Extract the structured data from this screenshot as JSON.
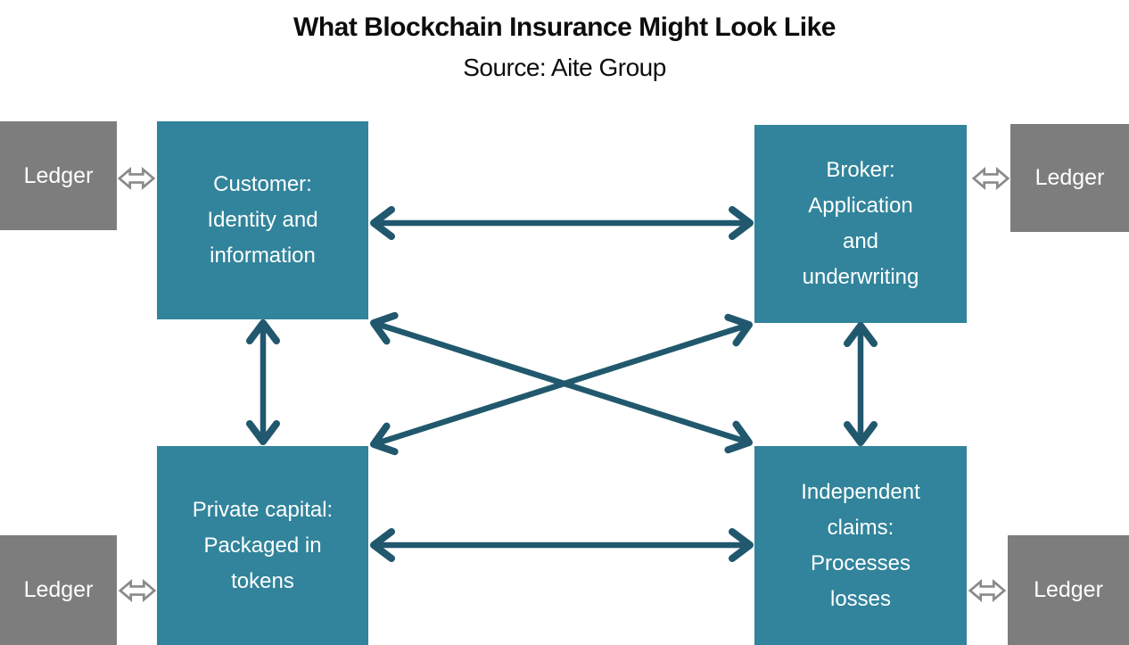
{
  "title": "What Blockchain Insurance Might Look Like",
  "subtitle": "Source: Aite Group",
  "nodes": {
    "customer": {
      "lines": [
        "Customer:",
        "Identity and",
        "information"
      ]
    },
    "broker": {
      "lines": [
        "Broker:",
        "Application",
        "and",
        "underwriting"
      ]
    },
    "private_capital": {
      "lines": [
        "Private capital:",
        "Packaged in",
        "tokens"
      ]
    },
    "independent_claims": {
      "lines": [
        "Independent",
        "claims:",
        "Processes",
        "losses"
      ]
    }
  },
  "ledgers": {
    "top_left": {
      "label": "Ledger"
    },
    "top_right": {
      "label": "Ledger"
    },
    "bottom_left": {
      "label": "Ledger"
    },
    "bottom_right": {
      "label": "Ledger"
    }
  },
  "connections": [
    {
      "from": "customer",
      "to": "broker",
      "type": "bidirectional"
    },
    {
      "from": "private_capital",
      "to": "independent_claims",
      "type": "bidirectional"
    },
    {
      "from": "customer",
      "to": "private_capital",
      "type": "bidirectional"
    },
    {
      "from": "broker",
      "to": "independent_claims",
      "type": "bidirectional"
    },
    {
      "from": "customer",
      "to": "independent_claims",
      "type": "bidirectional"
    },
    {
      "from": "broker",
      "to": "private_capital",
      "type": "bidirectional"
    },
    {
      "from": "ledger-top-left",
      "to": "customer",
      "type": "bidirectional-small"
    },
    {
      "from": "ledger-top-right",
      "to": "broker",
      "type": "bidirectional-small"
    },
    {
      "from": "ledger-bottom-left",
      "to": "private_capital",
      "type": "bidirectional-small"
    },
    {
      "from": "ledger-bottom-right",
      "to": "independent_claims",
      "type": "bidirectional-small"
    }
  ],
  "colors": {
    "node_fill": "#31849B",
    "arrow": "#21586E",
    "ledger_fill": "#7D7D7D",
    "connector_outline": "#8A8A8A",
    "node_text": "#FFFFFF",
    "title_text": "#0D0D0D",
    "background": "#FFFFFF"
  }
}
